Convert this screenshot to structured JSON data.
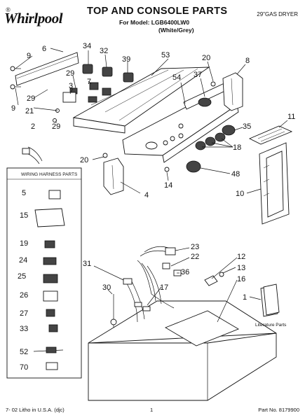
{
  "header": {
    "brand": "Whirlpool",
    "title": "TOP AND CONSOLE PARTS",
    "model_line": "For Model: LGB6400LW0",
    "variant": "(White/Grey)",
    "product": "29\"GAS DRYER"
  },
  "footer": {
    "print_info": "7- 02 Litho in U.S.A. (djc)",
    "page": "1",
    "part_no": "Part No. 8179900"
  },
  "harness_box": {
    "title": "WIRING HARNESS PARTS",
    "items": [
      "5",
      "15",
      "19",
      "24",
      "25",
      "26",
      "27",
      "33",
      "52",
      "70"
    ]
  },
  "literature_label": "Literature Parts",
  "callouts": {
    "c9a": "9",
    "c6": "6",
    "c34": "34",
    "c32": "32",
    "c39": "39",
    "c53": "53",
    "c20a": "20",
    "c8": "8",
    "c29a": "29",
    "c7": "7",
    "c3": "3",
    "c37": "37",
    "c54": "54",
    "c29b": "29",
    "c9b": "9",
    "c21": "21",
    "c29c": "29",
    "c35": "35",
    "c2": "2",
    "c18": "18",
    "c11": "11",
    "c20b": "20",
    "c48": "48",
    "c4": "4",
    "c14": "14",
    "c10": "10",
    "c23": "23",
    "c22": "22",
    "c31": "31",
    "c36": "36",
    "c12": "12",
    "c13": "13",
    "c17": "17",
    "c30": "30",
    "c16": "16",
    "c1": "1"
  }
}
